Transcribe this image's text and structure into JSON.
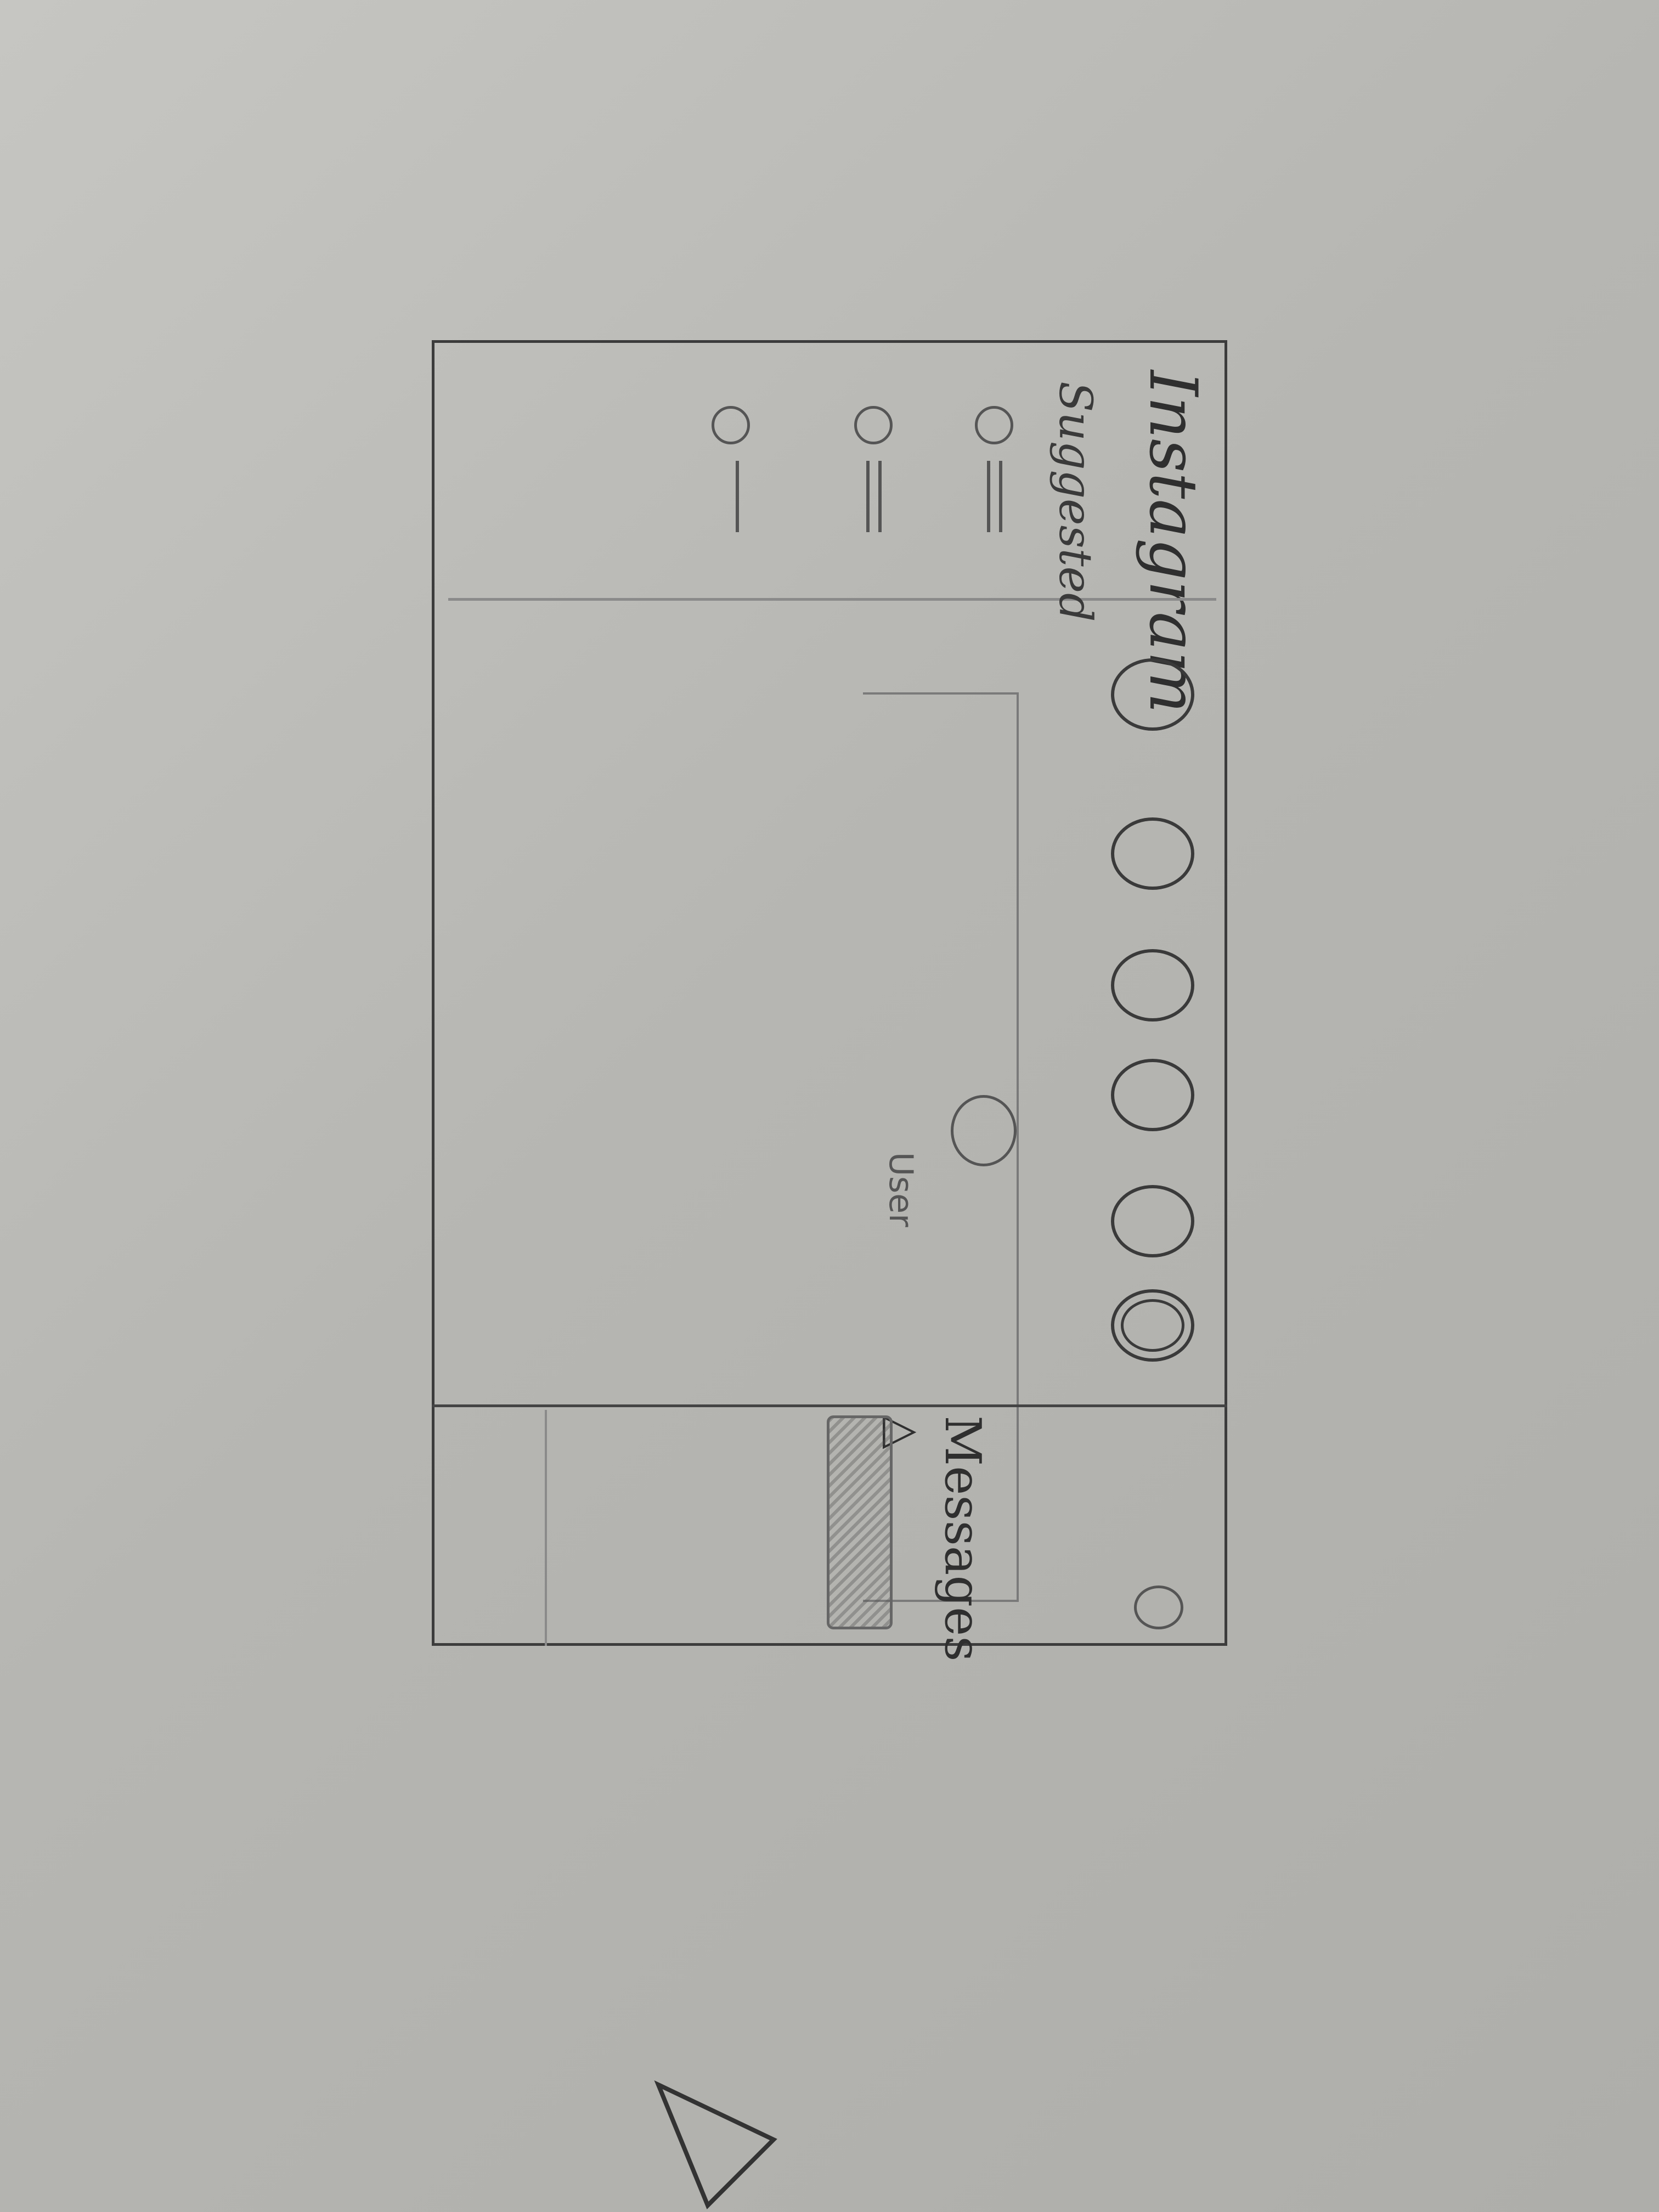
{
  "app": {
    "brand": "Instagram"
  },
  "sidebar": {
    "suggested_title": "Suggested",
    "suggested_users": [
      {
        "avatar": "circle",
        "name_lines": 2
      },
      {
        "avatar": "circle",
        "name_lines": 2
      },
      {
        "avatar": "circle",
        "name_lines": 1
      }
    ]
  },
  "stories": {
    "count": 6,
    "own_story_highlighted": true
  },
  "post": {
    "username": "User"
  },
  "messages": {
    "label": "Messages",
    "toggle_glyph": "triangle"
  },
  "colors": {
    "pencil": "#3a3a3a",
    "paper": "#b9b9b5"
  }
}
